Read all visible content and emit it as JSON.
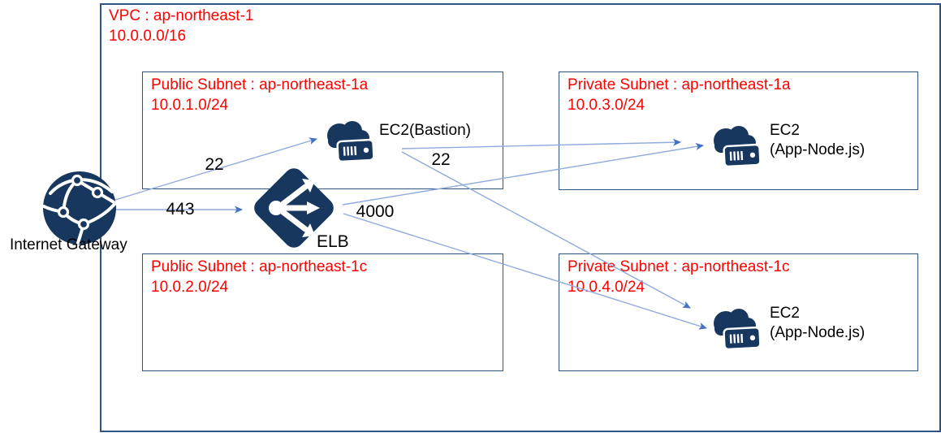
{
  "diagram": {
    "vpc": {
      "title": "VPC : ap-northeast-1",
      "cidr": "10.0.0.0/16"
    },
    "subnets": [
      {
        "title": "Public Subnet : ap-northeast-1a",
        "cidr": "10.0.1.0/24"
      },
      {
        "title": "Private Subnet : ap-northeast-1a",
        "cidr": "10.0.3.0/24"
      },
      {
        "title": "Public Subnet : ap-northeast-1c",
        "cidr": "10.0.2.0/24"
      },
      {
        "title": "Private Subnet : ap-northeast-1c",
        "cidr": "10.0.4.0/24"
      }
    ],
    "nodes": {
      "internet_gateway": {
        "label": "Internet Gateway"
      },
      "elb": {
        "label": "ELB"
      },
      "bastion": {
        "label": "EC2(Bastion)"
      },
      "app_1a": {
        "label_line1": "EC2",
        "label_line2": "(App-Node.js)"
      },
      "app_1c": {
        "label_line1": "EC2",
        "label_line2": "(App-Node.js)"
      }
    },
    "ports": {
      "igw_to_bastion": "22",
      "igw_to_elb": "443",
      "bastion_to_apps": "22",
      "elb_to_apps": "4000"
    },
    "colors": {
      "icon_navy": "#17375e",
      "box_border": "#2e5481",
      "label_red": "#ff0000",
      "line_blue": "#8faadc",
      "arrowhead_blue": "#4472c4"
    }
  }
}
